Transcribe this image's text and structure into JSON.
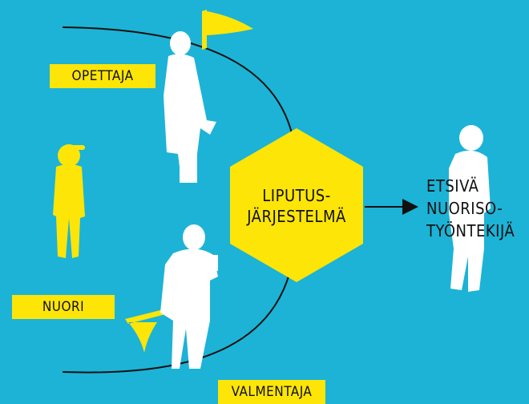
{
  "colors": {
    "background": "#1cb3d6",
    "accent_yellow": "#fde507",
    "figure_white": "#ffffff",
    "line": "#111111"
  },
  "labels": {
    "teacher": "OPETTAJA",
    "youth": "NUORI",
    "coach": "VALMENTAJA"
  },
  "center": {
    "line1": "LIPUTUS-",
    "line2": "JÄRJESTELMÄ"
  },
  "target": {
    "line1": "ETSIVÄ",
    "line2": "NUORISO-",
    "line3": "TYÖNTEKIJÄ"
  }
}
